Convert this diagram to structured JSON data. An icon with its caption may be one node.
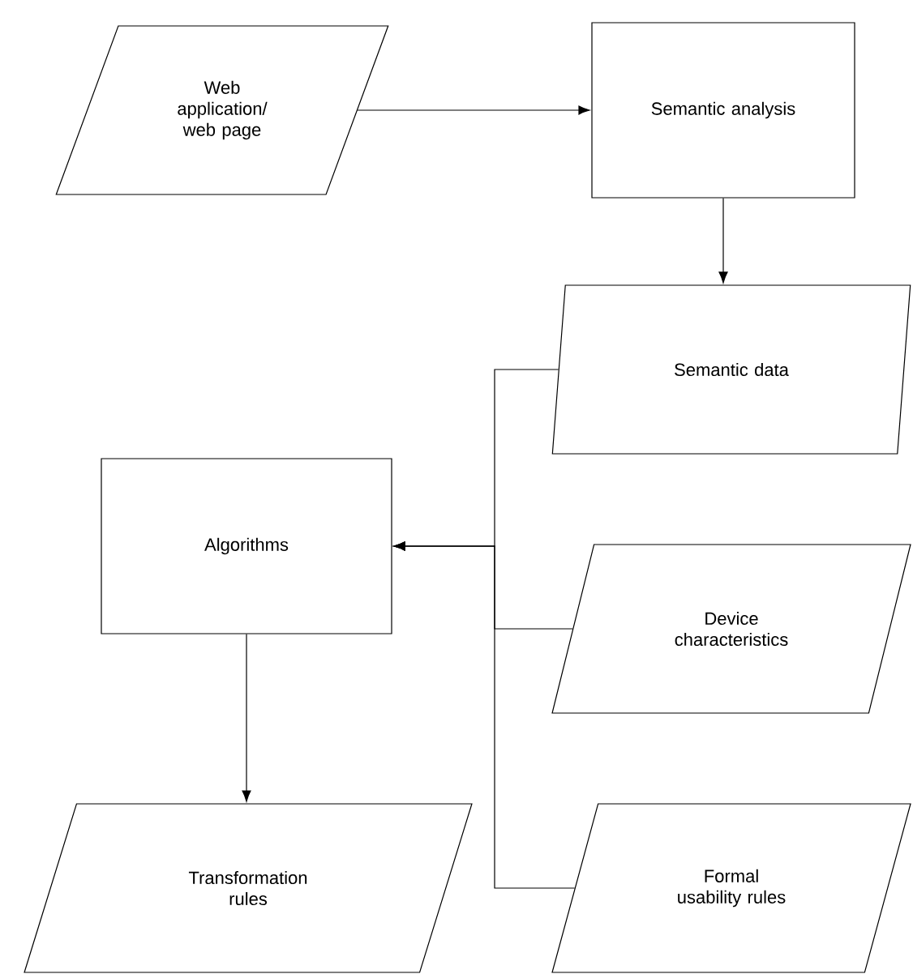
{
  "diagram": {
    "nodes": [
      {
        "text": [
          "Web application/ web page"
        ]
      },
      {
        "text": [
          "Semantic analysis"
        ]
      },
      {
        "text": [
          "Semantic data"
        ]
      },
      {
        "text": [
          "Algorithms"
        ]
      },
      {
        "text": [
          "Device characteristics"
        ]
      },
      {
        "text": [
          "Transformation rules"
        ]
      },
      {
        "text": [
          "Formal usability rules"
        ]
      }
    ],
    "edges": [
      {
        "from": 0,
        "to": 1,
        "arrow": "to"
      },
      {
        "from": 1,
        "to": 2,
        "arrow": "to"
      },
      {
        "from": 2,
        "to": 3,
        "arrow": "to"
      },
      {
        "from": 4,
        "to": 3,
        "arrow": "to"
      },
      {
        "from": 6,
        "to": 3,
        "arrow": "to"
      },
      {
        "from": 3,
        "to": 5,
        "arrow": "to"
      }
    ]
  }
}
